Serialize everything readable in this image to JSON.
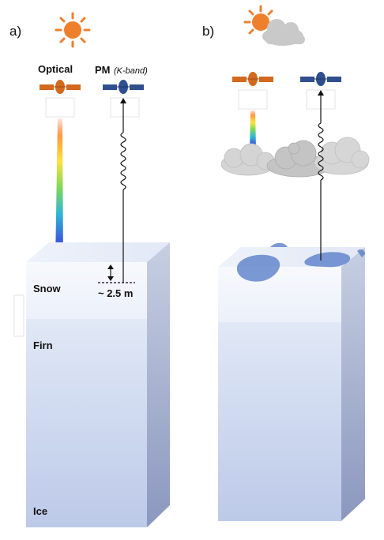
{
  "panels": {
    "a": {
      "label": "a)",
      "optical_label": "Optical",
      "pm_label": "PM",
      "pm_band": "(K-band)",
      "depth_label": "~ 2.5 m",
      "layers": [
        "Snow",
        "Firn",
        "Ice"
      ]
    },
    "b": {
      "label": "b)"
    }
  },
  "icons": {
    "sun": "sun-icon",
    "cloud": "cloud-icon",
    "moon": "moon-icon",
    "satellite": "satellite-icon"
  },
  "colors": {
    "sun": "#ee7f2d",
    "moon": "#fbd86b",
    "optical_satellite": "#d2691e",
    "pm_satellite": "#2f4f8f",
    "cloud": "#cfcfcf",
    "meltwater": "#5b7fc8",
    "block_front": "#c9d6ee",
    "block_side": "#9aa8cc",
    "block_top": "#eef2fb"
  }
}
